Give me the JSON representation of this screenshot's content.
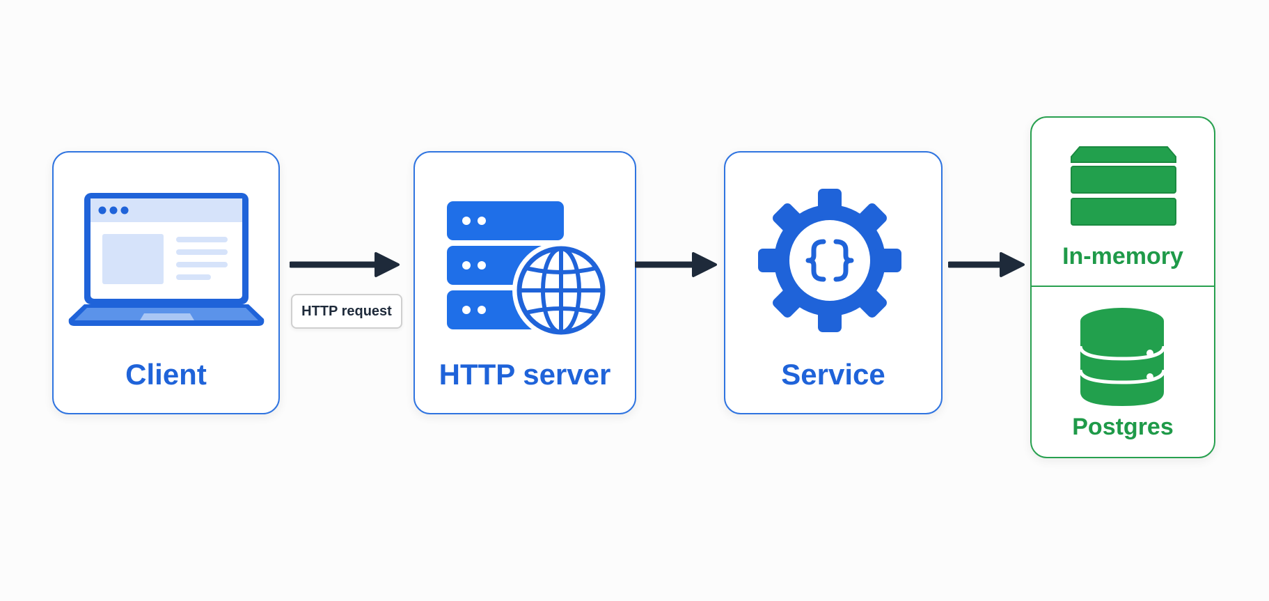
{
  "nodes": {
    "client": {
      "label": "Client",
      "icon": "laptop-icon"
    },
    "http_server": {
      "label": "HTTP server",
      "icon": "server-globe-icon"
    },
    "service": {
      "label": "Service",
      "icon": "gear-code-icon"
    },
    "storage": {
      "in_memory": {
        "label": "In-memory",
        "icon": "memory-stack-icon"
      },
      "postgres": {
        "label": "Postgres",
        "icon": "database-icon"
      }
    }
  },
  "edges": [
    {
      "from": "Client",
      "to": "HTTP server",
      "label": "HTTP request"
    },
    {
      "from": "HTTP server",
      "to": "Service",
      "label": ""
    },
    {
      "from": "Service",
      "to": "Storage",
      "label": ""
    }
  ],
  "colors": {
    "blue": "#1f63d9",
    "light_blue": "#dbe7fb",
    "green": "#1f9a49",
    "arrow": "#1e2a3a"
  }
}
